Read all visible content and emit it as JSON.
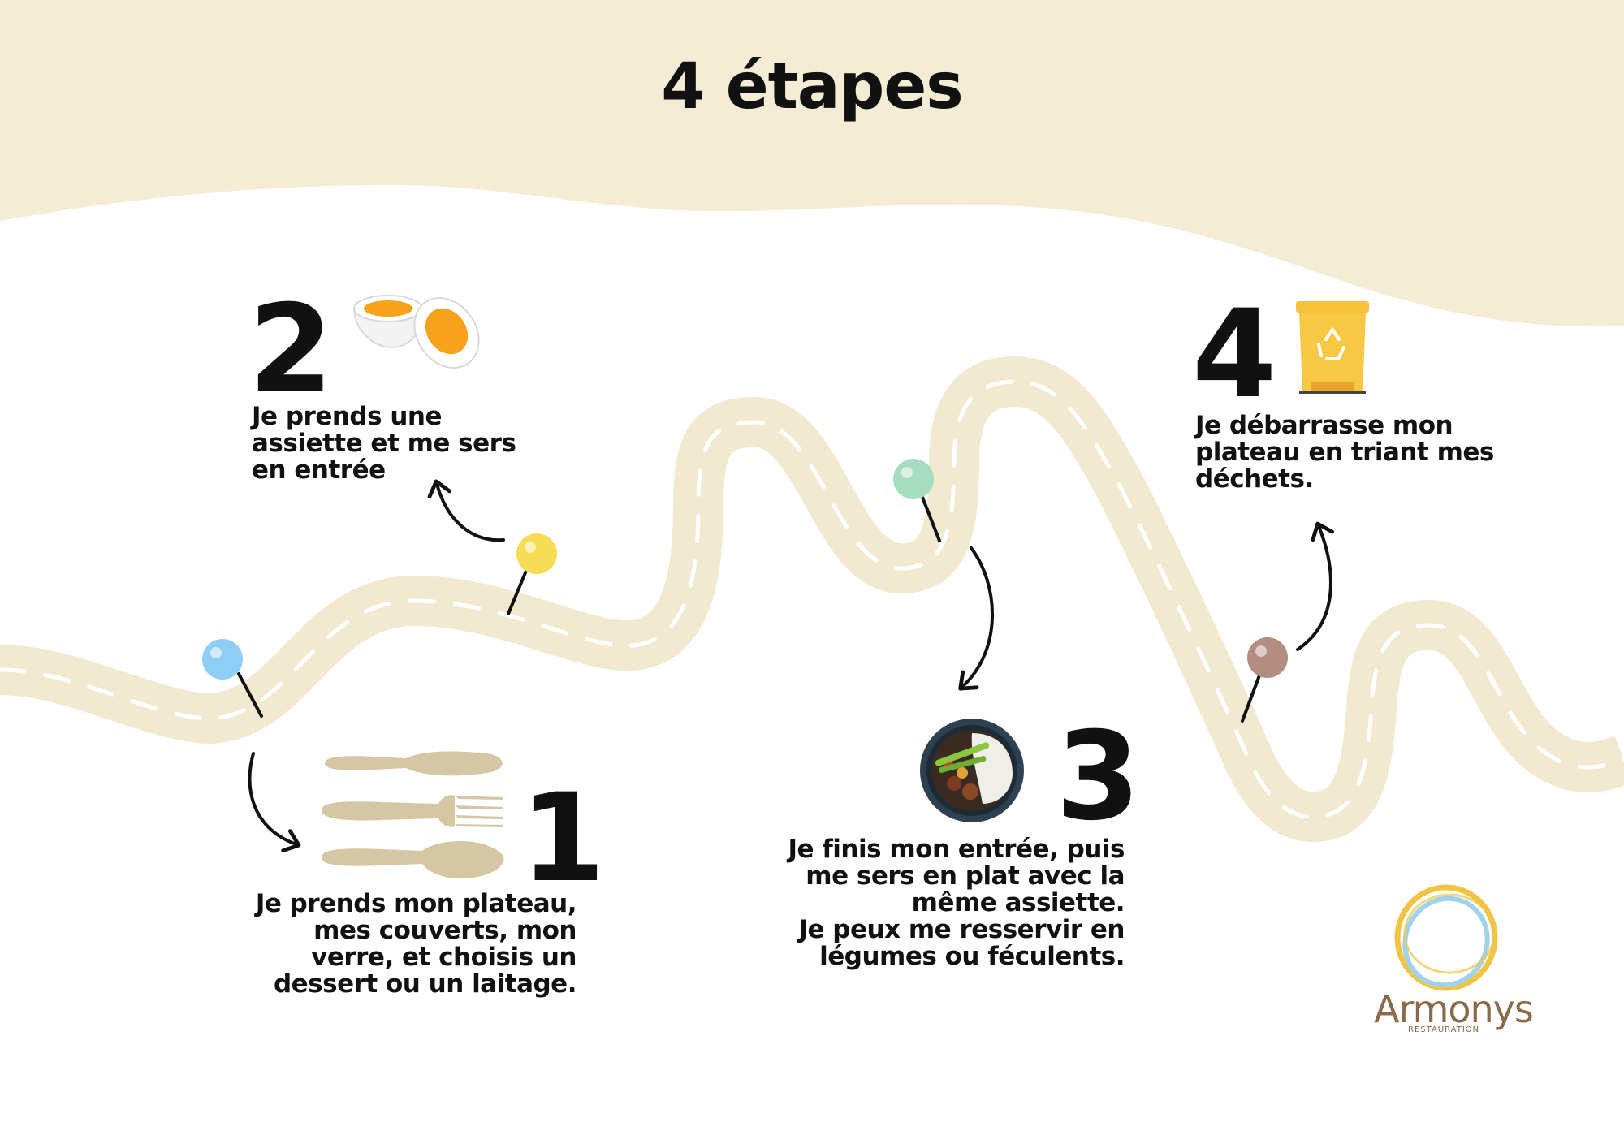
{
  "title": "4 étapes",
  "colors": {
    "banner": "#f4ecd4",
    "road": "#f2ead0",
    "ink": "#111111",
    "pin_blue": "#8ecdf5",
    "pin_yellow": "#f7dd55",
    "pin_green": "#a6dcc0",
    "pin_brown": "#b28d80",
    "cutlery": "#d6c7a4",
    "bin": "#f6c23a",
    "logo_brown": "#8a6a48",
    "logo_yellow": "#f0c545",
    "logo_blue": "#9fd3ec"
  },
  "steps": [
    {
      "number": "1",
      "icon": "cutlery-icon",
      "lines": [
        "Je prends mon plateau,",
        "mes couverts, mon",
        "verre, et choisis un",
        "dessert ou un laitage."
      ]
    },
    {
      "number": "2",
      "icon": "boiled-egg-icon",
      "lines": [
        "Je prends une",
        "assiette et me sers",
        "en entrée"
      ]
    },
    {
      "number": "3",
      "icon": "plate-of-food-icon",
      "lines": [
        "Je finis mon entrée, puis",
        "me sers en plat avec la",
        "même assiette.",
        "Je peux me resservir en",
        "légumes ou féculents."
      ]
    },
    {
      "number": "4",
      "icon": "recycling-bin-icon",
      "lines": [
        "Je débarrasse mon",
        "plateau en triant mes",
        "déchets."
      ]
    }
  ],
  "logo": {
    "name": "Armonys",
    "subtitle": "RESTAURATION"
  }
}
